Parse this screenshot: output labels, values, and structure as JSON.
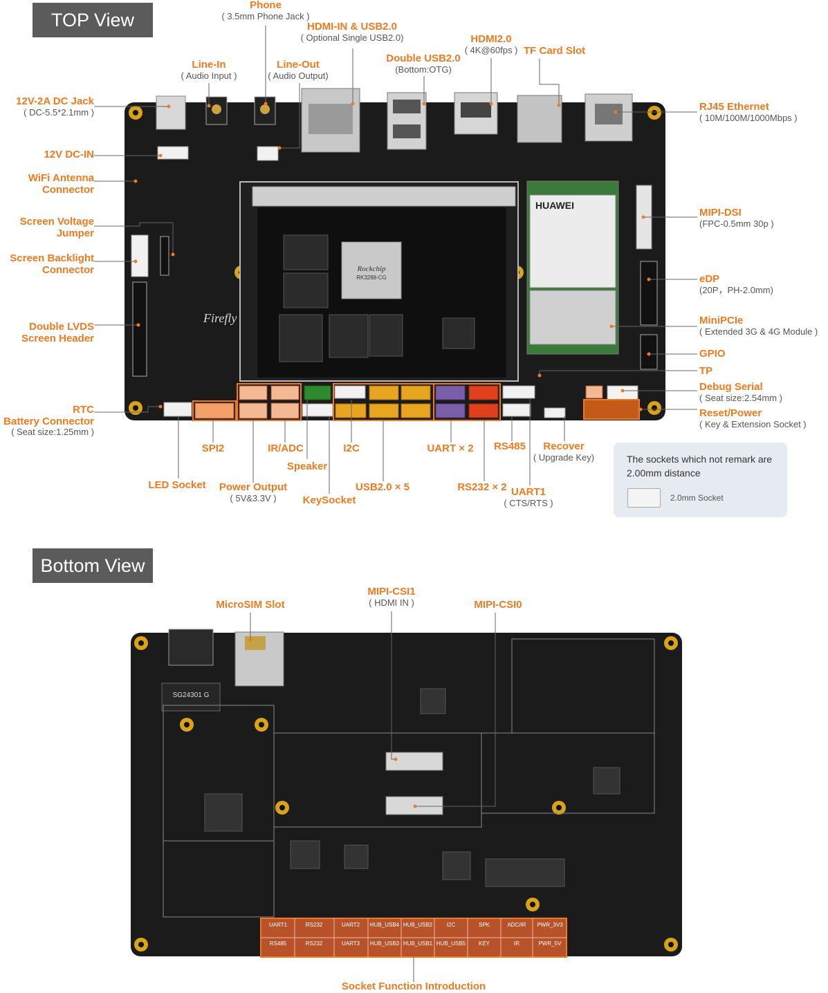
{
  "top_view": {
    "tag": "TOP View",
    "labels": {
      "phone": {
        "title": "Phone",
        "sub": "( 3.5mm Phone Jack )"
      },
      "hdmi_in_usb": {
        "title": "HDMI-IN & USB2.0",
        "sub": "( Optional Single USB2.0)"
      },
      "hdmi2": {
        "title": "HDMI2.0",
        "sub": "( 4K@60fps )"
      },
      "tf_card": {
        "title": "TF Card Slot"
      },
      "double_usb": {
        "title": "Double USB2.0",
        "sub": "(Bottom:OTG)"
      },
      "line_in": {
        "title": "Line-In",
        "sub": "(  Audio Input )"
      },
      "line_out": {
        "title": "Line-Out",
        "sub": "( Audio Output)"
      },
      "dc_jack": {
        "title": "12V-2A DC Jack",
        "sub": "( DC-5.5*2.1mm )"
      },
      "dc_in": {
        "title": "12V DC-IN"
      },
      "wifi": {
        "title1": "WiFi Antenna",
        "title2": "Connector"
      },
      "screen_voltage": {
        "title1": "Screen Voltage",
        "title2": "Jumper"
      },
      "backlight": {
        "title1": "Screen Backlight",
        "title2": "Connector"
      },
      "lvds": {
        "title1": "Double LVDS",
        "title2": "Screen Header"
      },
      "rtc": {
        "title1": "RTC",
        "title2": "Battery Connector",
        "sub": "( Seat size:1.25mm )"
      },
      "rj45": {
        "title": "RJ45 Ethernet",
        "sub": "( 10M/100M/1000Mbps )"
      },
      "mipi_dsi": {
        "title": "MIPI-DSI",
        "sub": "(FPC-0.5mm 30p )"
      },
      "edp": {
        "title": "eDP",
        "sub": "(20P，PH-2.0mm)"
      },
      "minipcie": {
        "title": "MiniPCIe",
        "sub": "( Extended 3G & 4G Module )"
      },
      "gpio": {
        "title": "GPIO"
      },
      "tp": {
        "title": "TP"
      },
      "debug": {
        "title": "Debug Serial",
        "sub": "( Seat size:2.54mm )"
      },
      "reset": {
        "title": "Reset/Power",
        "sub": "( Key & Extension Socket )"
      },
      "spi2": {
        "title": "SPI2"
      },
      "ir_adc": {
        "title": "IR/ADC"
      },
      "speaker": {
        "title": "Speaker"
      },
      "i2c": {
        "title": "I2C"
      },
      "uart2": {
        "title": "UART × 2"
      },
      "rs485": {
        "title": "RS485"
      },
      "recover": {
        "title": "Recover",
        "sub": "( Upgrade Key)"
      },
      "led": {
        "title": "LED Socket"
      },
      "power_out": {
        "title": "Power Output",
        "sub": "( 5V&3.3V )"
      },
      "keysocket": {
        "title": "KeySocket"
      },
      "usb5": {
        "title": "USB2.0 × 5"
      },
      "rs232": {
        "title": "RS232 × 2"
      },
      "uart1": {
        "title": "UART1",
        "sub": "( CTS/RTS )"
      }
    },
    "note": {
      "text": "The sockets which not remark are 2.00mm distance",
      "sock_label": "2.0mm Socket"
    },
    "silk": {
      "chip": "Rockchip",
      "chip_model": "RK3288-CG",
      "logo": "Firefly",
      "module": "HUAWEI"
    }
  },
  "bottom_view": {
    "tag": "Bottom View",
    "labels": {
      "microsim": {
        "title": "MicroSIM Slot"
      },
      "csi1": {
        "title": "MIPI-CSI1",
        "sub": "( HDMI  IN )"
      },
      "csi0": {
        "title": "MIPI-CSI0"
      },
      "socket_fn": {
        "title": "Socket Function Introduction"
      }
    },
    "socket_table": {
      "row1": [
        "UART1",
        "RS232",
        "UART2",
        "HUB_USB4",
        "HUB_USB2",
        "I2C",
        "SPK",
        "ADC/IR",
        "PWR_3V3"
      ],
      "row2": [
        "RS485",
        "RS232",
        "UART3",
        "HUB_USB3",
        "HUB_USB1",
        "HUB_USB5",
        "KEY",
        "IR",
        "PWR_5V"
      ]
    },
    "silk": {
      "transformer": "SG24301 G"
    }
  },
  "colors": {
    "accent": "#f07a1e",
    "board": "#1b1b1b",
    "tag": "#5b5b5b"
  }
}
